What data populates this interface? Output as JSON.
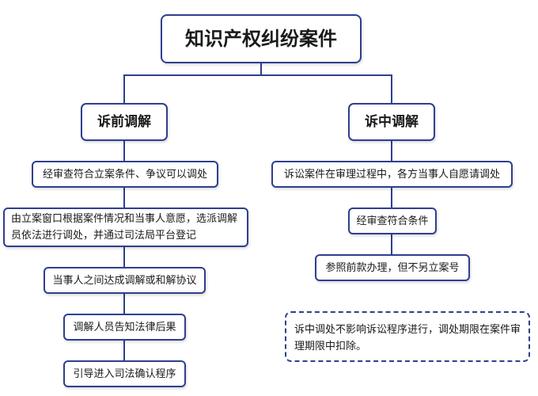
{
  "title": "知识产权纠纷案件",
  "left": {
    "heading": "诉前调解",
    "steps": [
      "经审查符合立案条件、争议可以调处",
      "由立案窗口根据案件情况和当事人意愿，选派调解员依法进行调处，并通过司法局平台登记",
      "当事人之间达成调解或和解协议",
      "调解人员告知法律后果",
      "引导进入司法确认程序"
    ]
  },
  "right": {
    "heading": "诉中调解",
    "steps": [
      "诉讼案件在审理过程中，各方当事人自愿请调处",
      "经审查符合条件",
      "参照前款办理，但不另立案号"
    ],
    "note": "诉中调处不影响诉讼程序进行，调处期限在案件审理期限中扣除。"
  }
}
